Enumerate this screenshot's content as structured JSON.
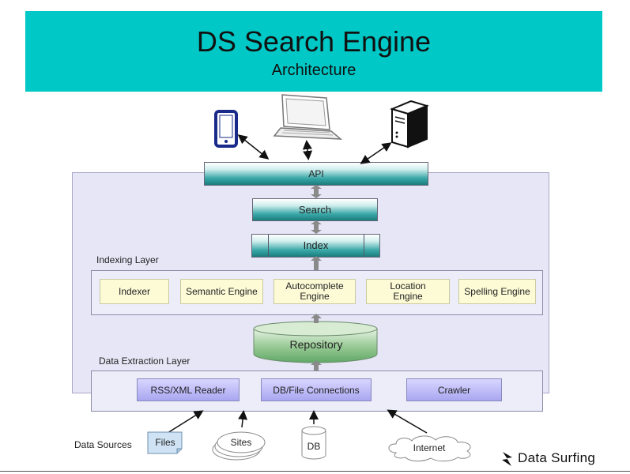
{
  "header": {
    "title": "DS Search Engine",
    "subtitle": "Architecture"
  },
  "layers": {
    "api": "API",
    "search": "Search",
    "index": "Index",
    "indexing_layer_label": "Indexing Layer",
    "repository": "Repository",
    "data_extraction_label": "Data Extraction Layer"
  },
  "indexing_components": [
    "Indexer",
    "Semantic Engine",
    "Autocomplete Engine",
    "Location Engine",
    "Spelling Engine"
  ],
  "extraction_components": [
    "RSS/XML Reader",
    "DB/File Connections",
    "Crawler"
  ],
  "data_sources": {
    "label": "Data Sources",
    "files": "Files",
    "sites": "Sites",
    "db": "DB",
    "internet": "Internet"
  },
  "clients": [
    "mobile-icon",
    "laptop-icon",
    "server-icon"
  ],
  "brand": {
    "name": "Data Surfing"
  },
  "colors": {
    "header": "#00c8c6",
    "repository": "#8ec79a",
    "layer_bg": "#e7e6f6"
  }
}
